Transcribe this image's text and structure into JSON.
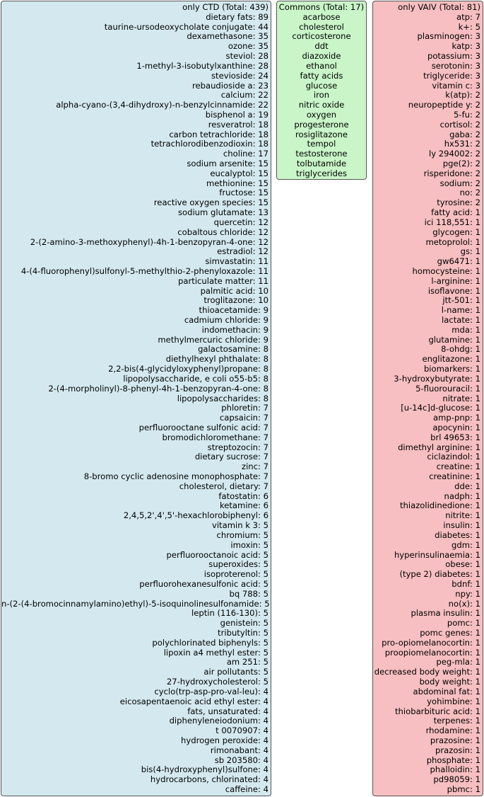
{
  "only_ctd": {
    "title": "only CTD (Total: 439)",
    "items": [
      "dietary fats: 89",
      "taurine-ursodeoxycholate conjugate: 44",
      "dexamethasone: 35",
      "ozone: 35",
      "steviol: 28",
      "1-methyl-3-isobutylxanthine: 28",
      "stevioside: 24",
      "rebaudioside a: 23",
      "calcium: 22",
      "alpha-cyano-(3,4-dihydroxy)-n-benzylcinnamide: 22",
      "bisphenol a: 19",
      "resveratrol: 18",
      "carbon tetrachloride: 18",
      "tetrachlorodibenzodioxin: 18",
      "choline: 17",
      "sodium arsenite: 15",
      "eucalyptol: 15",
      "methionine: 15",
      "fructose: 15",
      "reactive oxygen species: 15",
      "sodium glutamate: 13",
      "quercetin: 12",
      "cobaltous chloride: 12",
      "2-(2-amino-3-methoxyphenyl)-4h-1-benzopyran-4-one: 12",
      "estradiol: 12",
      "simvastatin: 11",
      "4-(4-fluorophenyl)sulfonyl-5-methylthio-2-phenyloxazole: 11",
      "particulate matter: 11",
      "palmitic acid: 10",
      "troglitazone: 10",
      "thioacetamide: 9",
      "cadmium chloride: 9",
      "indomethacin: 9",
      "methylmercuric chloride: 9",
      "galactosamine: 8",
      "diethylhexyl phthalate: 8",
      "2,2-bis(4-glycidyloxyphenyl)propane: 8",
      "lipopolysaccharide, e coli o55-b5: 8",
      "2-(4-morpholinyl)-8-phenyl-4h-1-benzopyran-4-one: 8",
      "lipopolysaccharides: 8",
      "phloretin: 7",
      "capsaicin: 7",
      "perfluorooctane sulfonic acid: 7",
      "bromodichloromethane: 7",
      "streptozocin: 7",
      "dietary sucrose: 7",
      "zinc: 7",
      "8-bromo cyclic adenosine monophosphate: 7",
      "cholesterol, dietary: 7",
      "fatostatin: 6",
      "ketamine: 6",
      "2,4,5,2',4',5'-hexachlorobiphenyl: 6",
      "vitamin k 3: 5",
      "chromium: 5",
      "imoxin: 5",
      "perfluorooctanoic acid: 5",
      "superoxides: 5",
      "isoproterenol: 5",
      "perfluorohexanesulfonic acid: 5",
      "bq 788: 5",
      "n-(2-(4-bromocinnamylamino)ethyl)-5-isoquinolinesulfonamide: 5",
      "leptin (116-130): 5",
      "genistein: 5",
      "tributyltin: 5",
      "polychlorinated biphenyls: 5",
      "lipoxin a4 methyl ester: 5",
      "am 251: 5",
      "air pollutants: 5",
      "27-hydroxycholesterol: 5",
      "cyclo(trp-asp-pro-val-leu): 4",
      "eicosapentaenoic acid ethyl ester: 4",
      "fats, unsaturated: 4",
      "diphenyleneiodonium: 4",
      "t 0070907: 4",
      "hydrogen peroxide: 4",
      "rimonabant: 4",
      "sb 203580: 4",
      "bis(4-hydroxyphenyl)sulfone: 4",
      "hydrocarbons, chlorinated: 4",
      "caffeine: 4"
    ]
  },
  "commons": {
    "title": "Commons (Total: 17)",
    "items": [
      "acarbose",
      "cholesterol",
      "corticosterone",
      "ddt",
      "diazoxide",
      "ethanol",
      "fatty acids",
      "glucose",
      "iron",
      "nitric oxide",
      "oxygen",
      "progesterone",
      "rosiglitazone",
      "tempol",
      "testosterone",
      "tolbutamide",
      "triglycerides"
    ]
  },
  "only_vaiv": {
    "title": "only VAIV (Total: 81)",
    "items": [
      "atp: 7",
      "k+: 5",
      "plasminogen: 3",
      "katp: 3",
      "potassium: 3",
      "serotonin: 3",
      "triglyceride: 3",
      "vitamin c: 3",
      "k(atp): 2",
      "neuropeptide y: 2",
      "5-fu: 2",
      "cortisol: 2",
      "gaba: 2",
      "hx531: 2",
      "ly 294002: 2",
      "pge(2): 2",
      "risperidone: 2",
      "sodium: 2",
      "no: 2",
      "tyrosine: 2",
      "fatty acid: 1",
      "ici 118,551: 1",
      "glycogen: 1",
      "metoprolol: 1",
      "gs: 1",
      "gw6471: 1",
      "homocysteine: 1",
      "l-arginine: 1",
      "isoflavone: 1",
      "jtt-501: 1",
      "l-name: 1",
      "lactate: 1",
      "mda: 1",
      "glutamine: 1",
      "8-ohdg: 1",
      "englitazone: 1",
      "biomarkers: 1",
      "3-hydroxybutyrate: 1",
      "5-fluorouracil: 1",
      "nitrate: 1",
      "[u-14c]d-glucose: 1",
      "amp-pnp: 1",
      "apocynin: 1",
      "brl 49653: 1",
      "dimethyl arginine: 1",
      "ciclazindol: 1",
      "creatine: 1",
      "creatinine: 1",
      "dde: 1",
      "nadph: 1",
      "thiazolidinedione: 1",
      "nitrite: 1",
      "insulin: 1",
      "diabetes: 1",
      "gdm: 1",
      "hyperinsulinaemia: 1",
      "obese: 1",
      "(type 2) diabetes: 1",
      "bdnf: 1",
      "npy: 1",
      "no(x): 1",
      "plasma insulin: 1",
      "pomc: 1",
      "pomc genes: 1",
      "pro-opiomelanocortin: 1",
      "proopiomelanocortin: 1",
      "peg-mla: 1",
      "decreased body weight: 1",
      "body weight: 1",
      "abdominal fat: 1",
      "yohimbine: 1",
      "thiobarbituric acid: 1",
      "terpenes: 1",
      "rhodamine: 1",
      "prazosine: 1",
      "prazosin: 1",
      "phosphate: 1",
      "phalloidin: 1",
      "pd98059: 1",
      "pbmc: 1"
    ]
  },
  "colors": {
    "ctd_panel": "#d4e9ef",
    "commons_panel": "#c9f5c9",
    "vaiv_panel": "#f7bfc1",
    "border": "#555555"
  }
}
